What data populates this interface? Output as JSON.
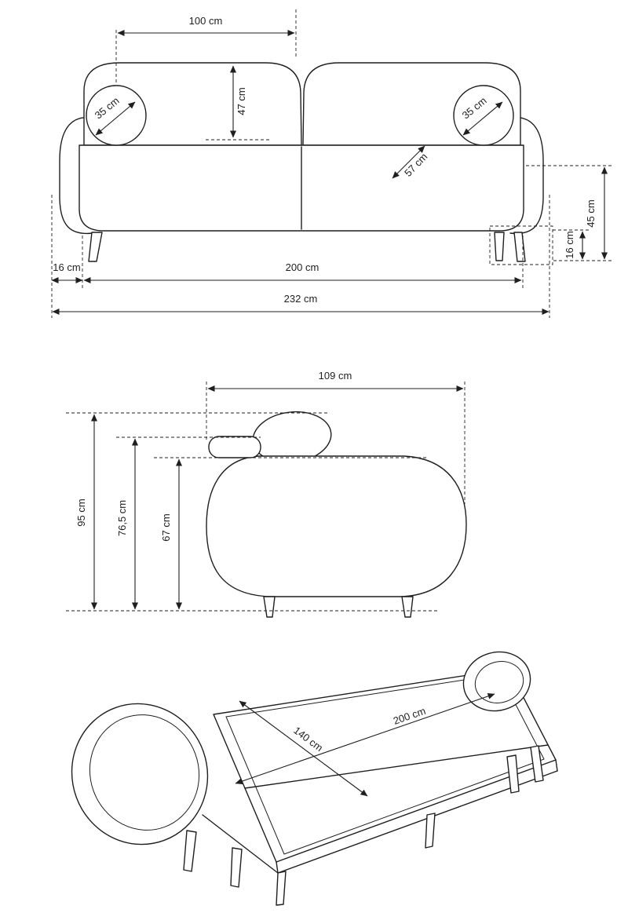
{
  "page": {
    "background": "#ffffff",
    "line_color": "#1f1f1f"
  },
  "views": {
    "front": {
      "name": "front-view",
      "cushion_width": "100 cm",
      "back_cushion_height": "47 cm",
      "pillow_left_diameter": "35 cm",
      "pillow_right_diameter": "35 cm",
      "seat_depth": "57 cm",
      "seat_height": "45 cm",
      "leg_height": "16 cm",
      "armrest_width": "16 cm",
      "seat_width": "200 cm",
      "total_width": "232 cm"
    },
    "side": {
      "name": "side-view",
      "total_depth": "109 cm",
      "total_height": "95 cm",
      "armrest_top_height": "76,5 cm",
      "body_height": "67 cm"
    },
    "bed": {
      "name": "unfolded-bed-view",
      "bed_length": "200 cm",
      "bed_width": "140 cm"
    }
  }
}
